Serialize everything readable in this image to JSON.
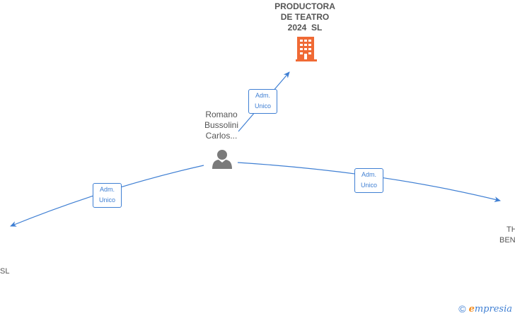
{
  "nodes": {
    "company_top": {
      "label_lines": [
        "PRODUCTORA",
        "DE TEATRO",
        "2024  SL"
      ],
      "icon": "building-icon"
    },
    "person": {
      "label_lines": [
        "Romano",
        "Bussolini",
        "Carlos..."
      ],
      "icon": "person-icon"
    },
    "left_partial": {
      "label": "SL"
    },
    "right_partial": {
      "label_lines": [
        "TH",
        "BEN"
      ]
    }
  },
  "edges": [
    {
      "id": "to-top",
      "label_lines": [
        "Adm.",
        "Unico"
      ]
    },
    {
      "id": "to-left",
      "label_lines": [
        "Adm.",
        "Unico"
      ]
    },
    {
      "id": "to-right",
      "label_lines": [
        "Adm.",
        "Unico"
      ]
    }
  ],
  "brand": {
    "copyright": "©",
    "initial": "e",
    "name": "mpresia"
  },
  "colors": {
    "edge": "#3f7fd3",
    "company": "#f06a35",
    "person": "#7a7a7a"
  }
}
